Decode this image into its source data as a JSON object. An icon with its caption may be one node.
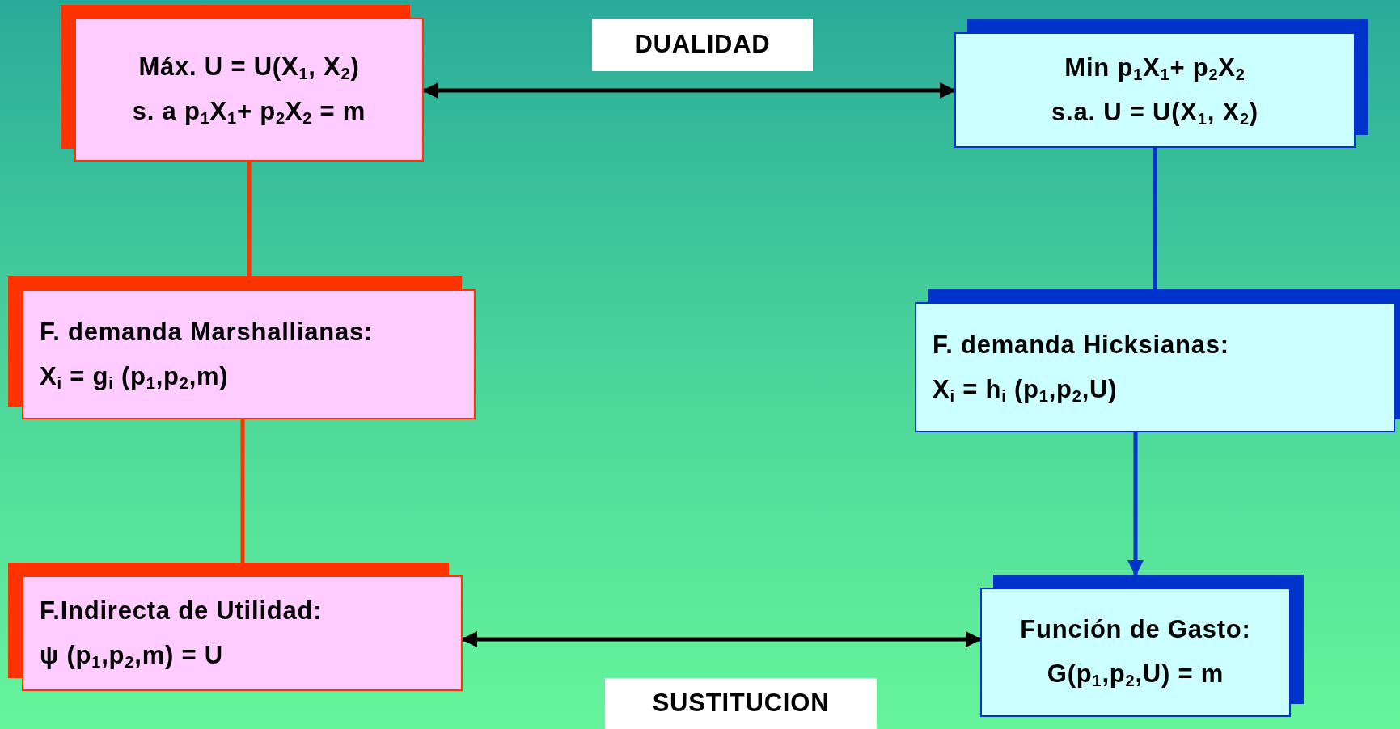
{
  "diagram": {
    "nodes": [
      {
        "text": [
          "Máx. U = U(X$_{1}$, X$_{2}$)",
          "s. a p$_{1}$X$_{1}$+ p$_{2}$X$_{2}$ = m"
        ]
      },
      {
        "text": [
          "Min p$_{1}$X$_{1}$+ p$_{2}$X$_{2}$",
          "s.a. U = U(X$_{1}$, X$_{2}$)"
        ]
      },
      {
        "text": [
          "F. demanda Marshallianas:",
          "X$_{i}$ = g$_{i}$ (p$_{1}$,p$_{2}$,m)"
        ]
      },
      {
        "text": [
          "F. demanda Hicksianas:",
          "X$_{i}$ = h$_{i}$ (p$_{1}$,p$_{2}$,U)"
        ]
      },
      {
        "text": [
          "F.Indirecta de Utilidad:",
          "ψ (p$_{1}$,p$_{2}$,m) = U"
        ]
      },
      {
        "text": [
          "Función de Gasto:",
          "G(p$_{1}$,p$_{2}$,U) = m"
        ]
      },
      {
        "text": [
          "DUALIDAD"
        ]
      },
      {
        "text": [
          "SUSTITUCION"
        ]
      }
    ],
    "edges": [
      {
        "from": 0,
        "to": 1,
        "arrow": "both",
        "color": "#000000"
      },
      {
        "from": 0,
        "to": 2,
        "arrow": "none",
        "color": "#ff3300"
      },
      {
        "from": 2,
        "to": 4,
        "arrow": "none",
        "color": "#ff3300"
      },
      {
        "from": 1,
        "to": 3,
        "arrow": "none",
        "color": "#0033cc"
      },
      {
        "from": 3,
        "to": 5,
        "arrow": "to",
        "color": "#0033cc"
      },
      {
        "from": 4,
        "to": 5,
        "arrow": "both",
        "color": "#000000"
      }
    ]
  }
}
